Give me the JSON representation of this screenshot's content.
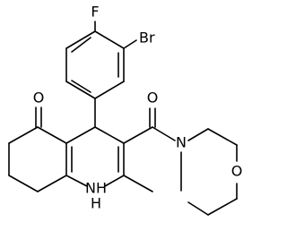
{
  "structure": {
    "atoms": {
      "fluorine": "F",
      "bromine": "Br",
      "ketone_oxygen": "O",
      "amide_oxygen": "O",
      "morpholine_nitrogen": "N",
      "morpholine_oxygen": "O",
      "ring_nitrogen": "NH",
      "ring_hydrogen": "H"
    }
  }
}
